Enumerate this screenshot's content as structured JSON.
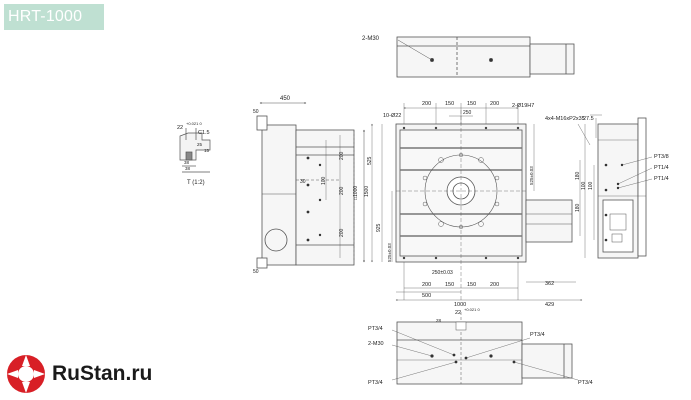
{
  "model": "HRT-1000",
  "logo": {
    "text": "RuStan.ru",
    "brand_color": "#d81f26"
  },
  "colors": {
    "badge": "#bfe0d2",
    "line": "#555555",
    "fill": "#f6f6f6",
    "dark": "#333333"
  },
  "detail": {
    "dim_22": "22",
    "tolerance": "+0.021\n0",
    "chamfer": "C1.5",
    "dim_25": "25",
    "dim_15": "15",
    "dim_38a": "38",
    "dim_38b": "38",
    "scale": "T (1:2)"
  },
  "top_view": {
    "thread": "2-M30"
  },
  "left_view": {
    "width_450": "450",
    "dim_50_top": "50",
    "dim_50_bottom": "50",
    "dim_30": "30",
    "dim_100": "100",
    "dim_200a": "200",
    "dim_200b": "200",
    "dim_200c": "200",
    "dim_1000": "□1000",
    "dim_1500": "1500"
  },
  "front_view": {
    "holes_10": "10-Ø22",
    "holes_2": "2-Ø19H7",
    "top_200a": "200",
    "top_150a": "150",
    "top_150b": "150",
    "top_200b": "200",
    "top_250": "250",
    "dim_525_left": "525",
    "dim_525_left_tol": "525±0.03",
    "dim_925": "925",
    "dim_525_right_tol": "525±0.03",
    "bot_250": "250±0.03",
    "bot_200a": "200",
    "bot_150a": "150",
    "bot_150b": "150",
    "bot_200b": "200",
    "dim_500": "500",
    "dim_1000": "1000",
    "dim_362": "362",
    "dim_429": "429"
  },
  "right_view": {
    "thread": "4x4-M16xP2x35",
    "dim_27_5": "27.5",
    "pt38": "PT3/8",
    "pt14a": "PT1/4",
    "pt14b": "PT1/4",
    "dim_100a": "100",
    "dim_100b": "100",
    "dim_180": "180",
    "dim_180b": "180"
  },
  "bottom_view": {
    "dim_22": "22",
    "tolerance": "+0.021\n0",
    "dim_28": "28",
    "pt34_a": "PT3/4",
    "pt34_b": "PT3/4",
    "pt34_c": "PT3/4",
    "pt34_d": "PT3/4",
    "thread": "2-M30"
  }
}
